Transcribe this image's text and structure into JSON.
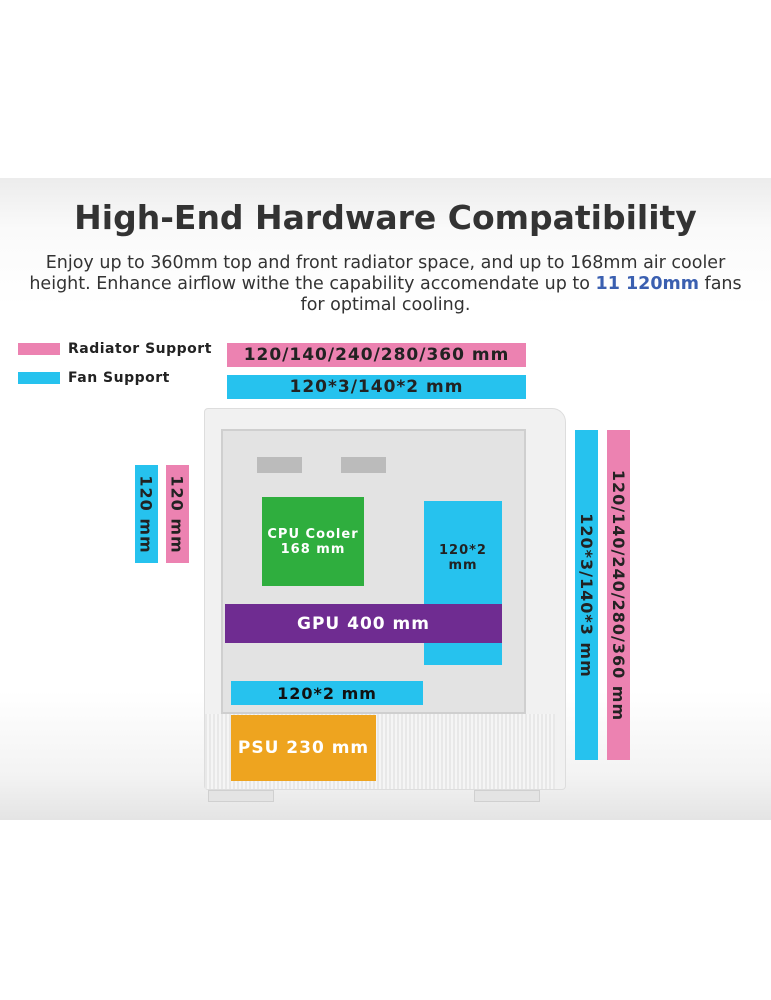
{
  "title": "High-End Hardware Compatibility",
  "description": {
    "part1": "Enjoy up to 360mm top and front radiator space, and up to  168mm air cooler height. Enhance airflow withe the capability  accomendate up to ",
    "highlight": "11 120mm",
    "part2": " fans for optimal cooling."
  },
  "legend": [
    {
      "label": "Radiator Support",
      "color": "#ec82b1"
    },
    {
      "label": "Fan Support",
      "color": "#26c2ee"
    }
  ],
  "top": {
    "radiator": "120/140/240/280/360 mm",
    "fan": "120*3/140*2 mm"
  },
  "rear": {
    "fan": "120 mm",
    "radiator": "120 mm"
  },
  "front": {
    "fan": "120*3/140*3 mm",
    "radiator": "120/140/240/280/360 mm"
  },
  "cpu_cooler": {
    "line1": "CPU Cooler",
    "line2": "168 mm",
    "color": "#2fae3e"
  },
  "side_fan": {
    "line1": "120*2",
    "line2": "mm"
  },
  "gpu": {
    "label": "GPU 400 mm",
    "color": "#6f2c91"
  },
  "bottom_fan": "120*2 mm",
  "psu": {
    "label": "PSU 230 mm",
    "color": "#eea41f"
  }
}
